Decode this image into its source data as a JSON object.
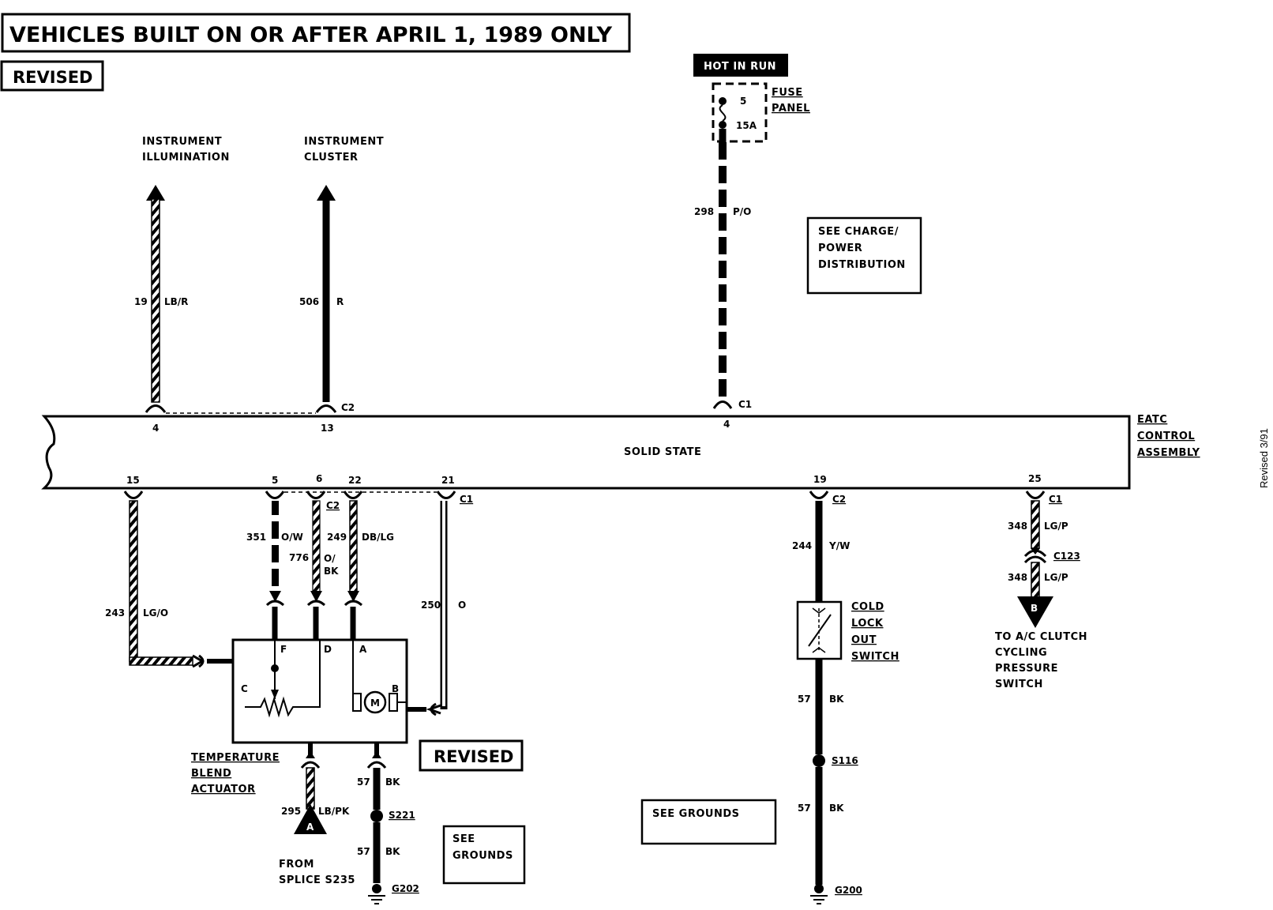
{
  "header": {
    "title": "VEHICLES BUILT ON OR AFTER APRIL 1, 1989 ONLY",
    "revised_top": "REVISED",
    "revised_mid": "REVISED",
    "side_note": "Revised 3/91"
  },
  "power": {
    "hot_in_run": "HOT IN RUN",
    "fuse_number": "5",
    "fuse_rating": "15A",
    "fuse_panel_line1": "FUSE",
    "fuse_panel_line2": "PANEL",
    "wire_num": "298",
    "wire_color": "P/O",
    "connector": "C1",
    "pin": "4",
    "note_lines": [
      "SEE CHARGE/",
      "POWER",
      "DISTRIBUTION"
    ]
  },
  "module": {
    "center_label": "SOLID STATE",
    "name_lines": [
      "EATC",
      "CONTROL",
      "ASSEMBLY"
    ]
  },
  "top_circuits": {
    "illum_lines": [
      "INSTRUMENT",
      "ILLUMINATION"
    ],
    "cluster_lines": [
      "INSTRUMENT",
      "CLUSTER"
    ],
    "illum_wire_num": "19",
    "illum_wire_color": "LB/R",
    "cluster_wire_num": "506",
    "cluster_wire_color": "R",
    "connector_top": "C2",
    "pin_illum": "4",
    "pin_cluster": "13"
  },
  "bottom_pins": {
    "p15": "15",
    "p5": "5",
    "p6": "6",
    "p22": "22",
    "p21": "21",
    "p19": "19",
    "p25": "25",
    "c2_left": "C2",
    "c1_left": "C1",
    "c2_mid": "C2",
    "c1_right": "C1"
  },
  "actuator": {
    "w243_num": "243",
    "w243_color": "LG/O",
    "w351_num": "351",
    "w351_color": "O/W",
    "w776_num": "776",
    "w776_color_1": "O/",
    "w776_color_2": "BK",
    "w249_num": "249",
    "w249_color": "DB/LG",
    "w250_num": "250",
    "w250_color": "O",
    "term_f": "F",
    "term_d": "D",
    "term_a": "A",
    "term_c": "C",
    "term_b": "B",
    "motor": "M",
    "name_lines": [
      "TEMPERATURE",
      "BLEND",
      "ACTUATOR"
    ],
    "w295_num": "295",
    "w295_color": "LB/PK",
    "w57_num": "57",
    "w57_color": "BK",
    "s221": "S221",
    "w57b_num": "57",
    "w57b_color": "BK",
    "g202": "G202",
    "from_a": "A",
    "from_lines": [
      "FROM",
      "SPLICE S235"
    ],
    "see_grounds_lines": [
      "SEE",
      "GROUNDS"
    ]
  },
  "coldlock": {
    "w244_num": "244",
    "w244_color": "Y/W",
    "name_lines": [
      "COLD",
      "LOCK",
      "OUT",
      "SWITCH"
    ],
    "w57_num": "57",
    "w57_color": "BK",
    "s116": "S116",
    "w57b_num": "57",
    "w57b_color": "BK",
    "g200": "G200",
    "see_grounds": "SEE GROUNDS"
  },
  "clutch": {
    "w348_num": "348",
    "w348_color": "LG/P",
    "c123": "C123",
    "w348b_num": "348",
    "w348b_color": "LG/P",
    "b": "B",
    "to_lines": [
      "TO A/C CLUTCH",
      "CYCLING",
      "PRESSURE",
      "SWITCH"
    ]
  }
}
